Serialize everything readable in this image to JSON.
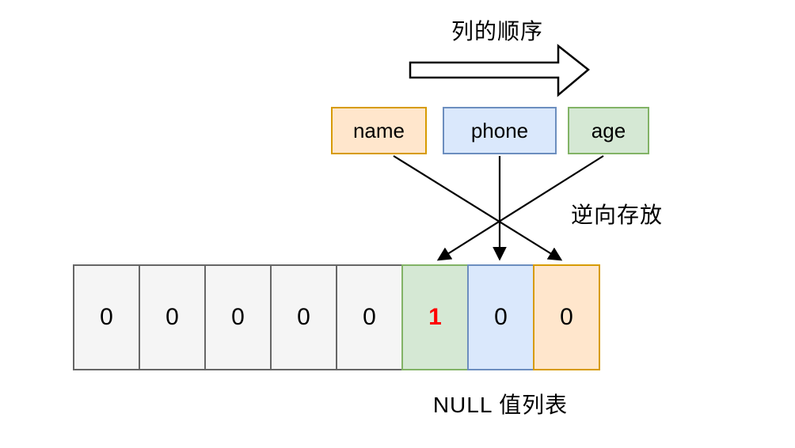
{
  "header": {
    "title": "列的顺序"
  },
  "columns": [
    {
      "label": "name",
      "color": "orange"
    },
    {
      "label": "phone",
      "color": "blue"
    },
    {
      "label": "age",
      "color": "green"
    }
  ],
  "annotation": {
    "reverse_label": "逆向存放"
  },
  "null_list": {
    "caption": "NULL 值列表",
    "cells": [
      {
        "value": "0",
        "color": "gray",
        "value_style": "black"
      },
      {
        "value": "0",
        "color": "gray",
        "value_style": "black"
      },
      {
        "value": "0",
        "color": "gray",
        "value_style": "black"
      },
      {
        "value": "0",
        "color": "gray",
        "value_style": "black"
      },
      {
        "value": "0",
        "color": "gray",
        "value_style": "black"
      },
      {
        "value": "1",
        "color": "green",
        "value_style": "red-bold"
      },
      {
        "value": "0",
        "color": "blue",
        "value_style": "black"
      },
      {
        "value": "0",
        "color": "orange",
        "value_style": "black"
      }
    ]
  },
  "colors": {
    "background": "#FFFFFF",
    "line": "#000000",
    "orange_fill": "#FFE6CC",
    "orange_border": "#D79B00",
    "blue_fill": "#DAE8FC",
    "blue_border": "#6C8EBF",
    "green_fill": "#D5E8D4",
    "green_border": "#82B366",
    "gray_fill": "#F5F5F5",
    "gray_border": "#666666",
    "highlight_text": "#FF0000"
  }
}
